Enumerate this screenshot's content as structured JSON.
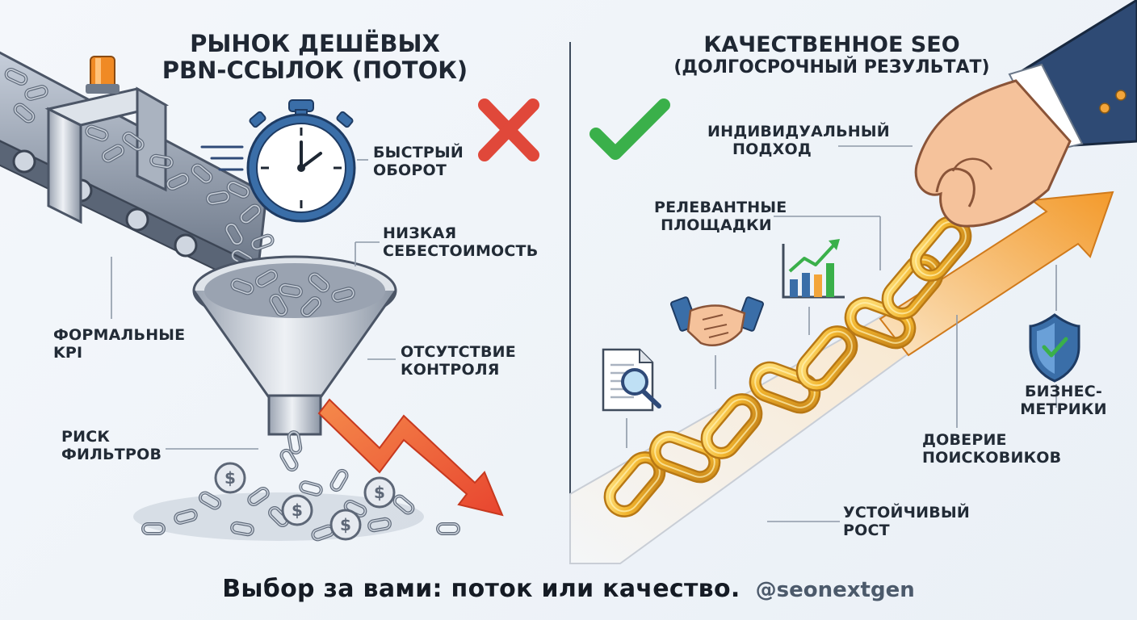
{
  "left": {
    "title_line1": "Рынок дешёвых",
    "title_line2": "PBN-ссылок (поток)",
    "labels": {
      "fast_turnover": [
        "Быстрый",
        "оборот"
      ],
      "low_cost": [
        "Низкая",
        "себестоимость"
      ],
      "formal_kpi": [
        "Формальные",
        "KPI"
      ],
      "no_control": [
        "Отсутствие",
        "контроля"
      ],
      "filter_risk": [
        "Риск",
        "фильтров"
      ]
    },
    "verdict_icon": "cross-mark-icon",
    "verdict_color": "#e0483a"
  },
  "right": {
    "title_line1": "Качественное SEO",
    "title_line2": "(долгосрочный результат)",
    "labels": {
      "individual": [
        "Индивидуальный",
        "подход"
      ],
      "relevant": [
        "Релевантные",
        "площадки"
      ],
      "business": [
        "Бизнес-",
        "метрики"
      ],
      "trust": [
        "Доверие",
        "поисковиков"
      ],
      "growth": [
        "Устойчивый",
        "рост"
      ]
    },
    "verdict_icon": "check-mark-icon",
    "verdict_color": "#3ab04a"
  },
  "footer": {
    "slogan": "Выбор за вами: поток или качество.",
    "handle": "@seonextgen"
  },
  "colors": {
    "accent_down": "#e8552f",
    "accent_up": "#f3a53a",
    "chain_gold": "#f0b83a",
    "chain_steel": "#8a94a4",
    "suit_navy": "#2e4a74"
  }
}
